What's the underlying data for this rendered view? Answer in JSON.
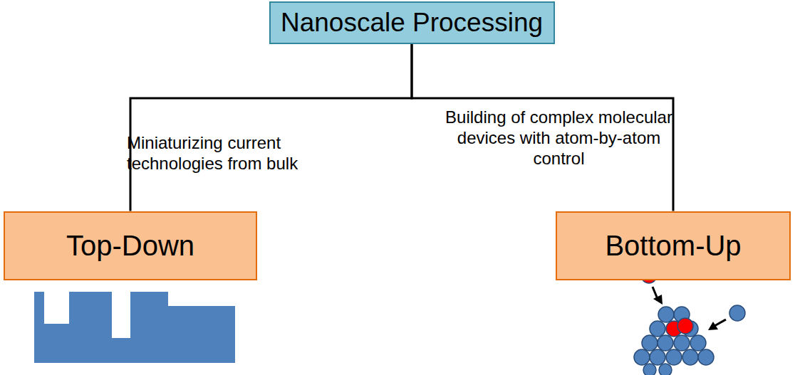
{
  "diagram": {
    "nodes": [
      {
        "text": [
          "Nanoscale Processing"
        ]
      },
      {
        "text": [
          "Top-Down"
        ]
      },
      {
        "text": [
          "Bottom-Up"
        ]
      }
    ],
    "edges": [
      {
        "from": 0,
        "to": 1,
        "arrow": "none",
        "label": "Miniaturizing current technologies from bulk"
      },
      {
        "from": 0,
        "to": 2,
        "arrow": "none",
        "label": "Building of complex molecular devices with atom-by-atom control"
      }
    ]
  }
}
